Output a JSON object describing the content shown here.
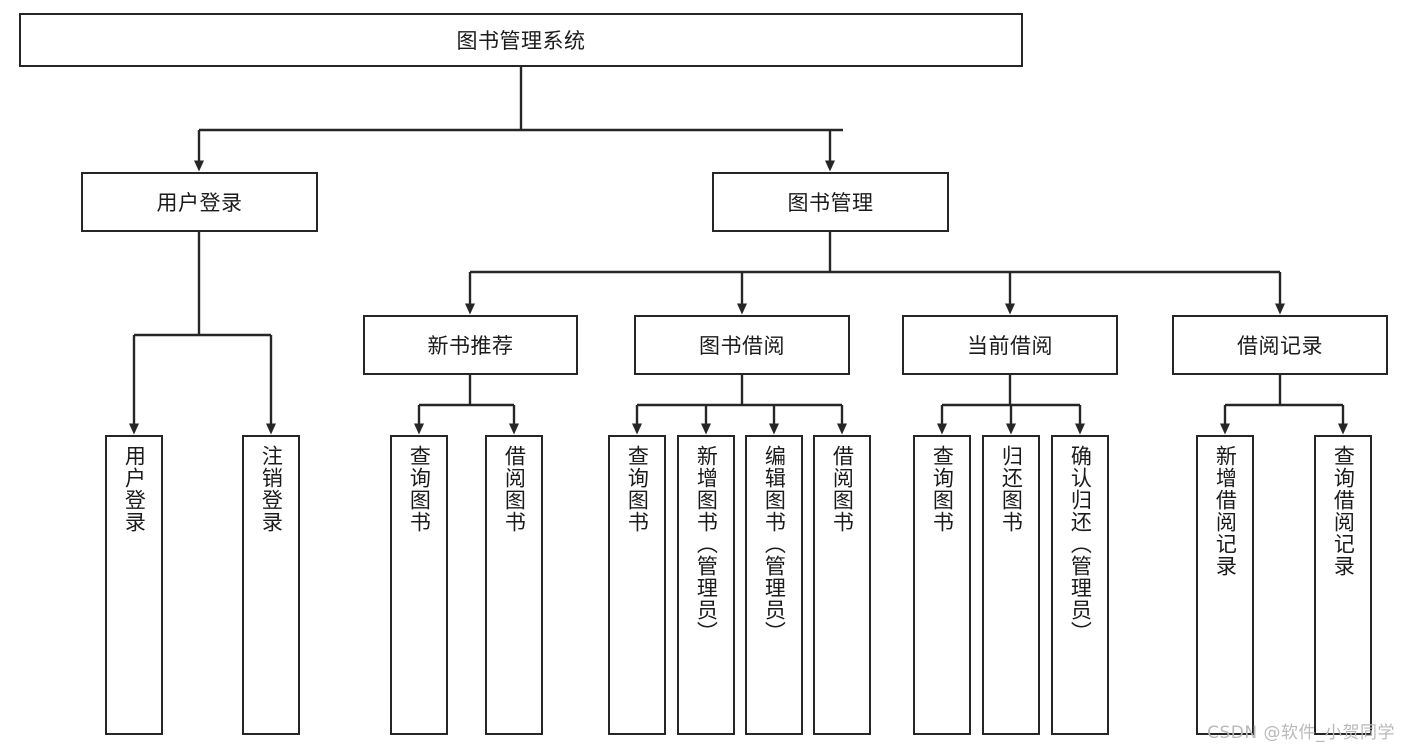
{
  "diagram": {
    "title_node": {
      "label": "图书管理系统"
    },
    "level2": [
      {
        "label": "用户登录"
      },
      {
        "label": "图书管理"
      }
    ],
    "level3": [
      {
        "label": "新书推荐"
      },
      {
        "label": "图书借阅"
      },
      {
        "label": "当前借阅"
      },
      {
        "label": "借阅记录"
      }
    ],
    "leaves": {
      "user_login": [
        {
          "label": "用户登录"
        },
        {
          "label": "注销登录"
        }
      ],
      "new_book": [
        {
          "label": "查询图书"
        },
        {
          "label": "借阅图书"
        }
      ],
      "borrow_book": [
        {
          "label": "查询图书"
        },
        {
          "label": "新增图书（管理员）"
        },
        {
          "label": "编辑图书（管理员）"
        },
        {
          "label": "借阅图书"
        }
      ],
      "current_borrow": [
        {
          "label": "查询图书"
        },
        {
          "label": "归还图书"
        },
        {
          "label": "确认归还（管理员）"
        }
      ],
      "borrow_record": [
        {
          "label": "新增借阅记录"
        },
        {
          "label": "查询借阅记录"
        }
      ]
    },
    "watermark": "CSDN @软件_小贺同学",
    "colors": {
      "stroke": "#262626",
      "fill": "#ffffff",
      "text": "#1b1b1b",
      "watermark": "#b9b9b9"
    }
  }
}
